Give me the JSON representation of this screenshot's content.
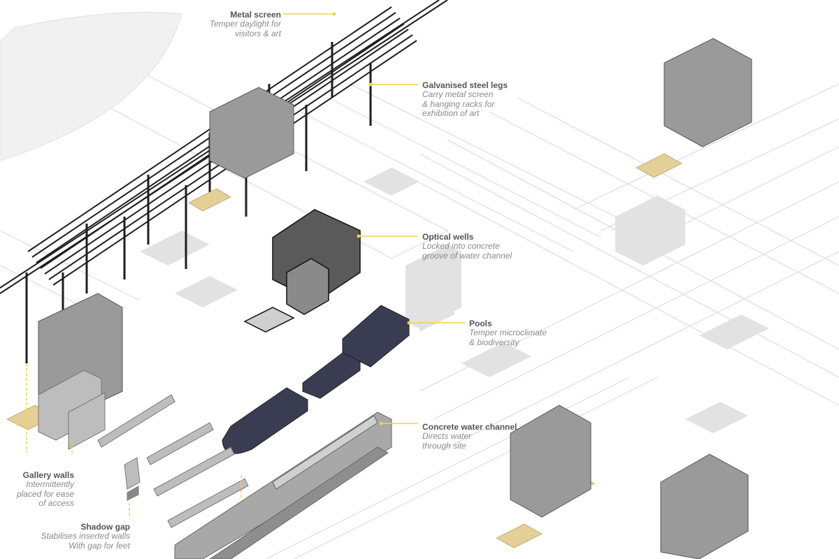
{
  "annotations": {
    "metal_screen": {
      "title": "Metal screen",
      "desc": "Temper daylight for\nvisitors & art"
    },
    "steel_legs": {
      "title": "Galvanised steel legs",
      "desc": "Carry metal screen\n& hanging racks for\nexhibition of art"
    },
    "optical_wells": {
      "title": "Optical wells",
      "desc": "Locked into concrete\ngroove of water channel"
    },
    "pools": {
      "title": "Pools",
      "desc": "Temper microclimate\n& biodiversity"
    },
    "water_channel": {
      "title": "Concrete water channel",
      "desc": "Directs water\nthrough site"
    },
    "gallery_walls": {
      "title": "Gallery walls",
      "desc": "Intermittently\nplaced for ease\nof access"
    },
    "shadow_gap": {
      "title": "Shadow gap",
      "desc": "Stabilises inserted walls\nWith gap for feet"
    }
  },
  "colors": {
    "leader": "#f0d24a",
    "pool": "#3a3d52",
    "timber": "#e4cf97",
    "ghost": "#d4d4d4",
    "steel": "#1e1e1e"
  }
}
